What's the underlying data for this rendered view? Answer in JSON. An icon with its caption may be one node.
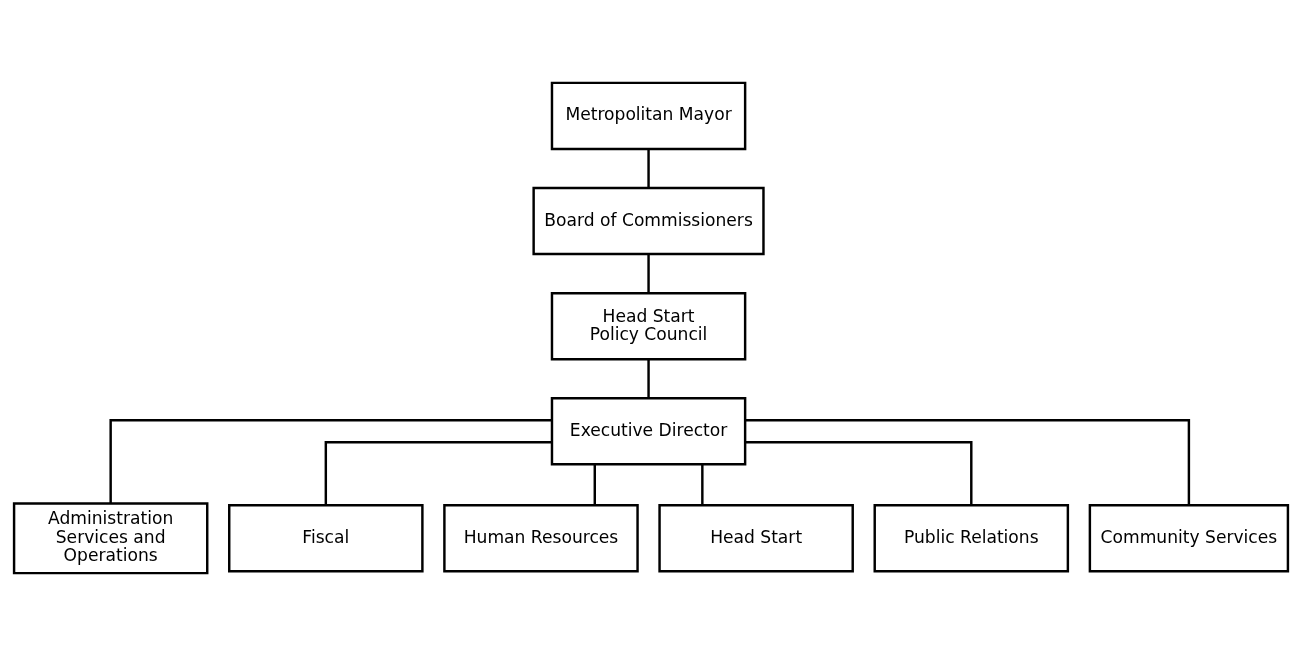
{
  "diagram": {
    "nodes": [
      {
        "text": [
          "Metropolitan Mayor"
        ]
      },
      {
        "text": [
          "Board of Commissioners"
        ]
      },
      {
        "text": [
          "Head Start Policy Council"
        ]
      },
      {
        "text": [
          "Executive Director"
        ]
      },
      {
        "text": [
          "Administration Services and Operations"
        ]
      },
      {
        "text": [
          "Fiscal"
        ]
      },
      {
        "text": [
          "Human Resources"
        ]
      },
      {
        "text": [
          "Head Start"
        ]
      },
      {
        "text": [
          "Public Relations"
        ]
      },
      {
        "text": [
          "Community Services"
        ]
      }
    ],
    "edges": [
      {
        "from": 0,
        "to": 1,
        "arrow": "none"
      },
      {
        "from": 1,
        "to": 2,
        "arrow": "none"
      },
      {
        "from": 2,
        "to": 3,
        "arrow": "none"
      },
      {
        "from": 3,
        "to": 4,
        "arrow": "none"
      },
      {
        "from": 3,
        "to": 5,
        "arrow": "none"
      },
      {
        "from": 3,
        "to": 6,
        "arrow": "none"
      },
      {
        "from": 3,
        "to": 7,
        "arrow": "none"
      },
      {
        "from": 3,
        "to": 8,
        "arrow": "none"
      },
      {
        "from": 3,
        "to": 9,
        "arrow": "none"
      }
    ]
  }
}
